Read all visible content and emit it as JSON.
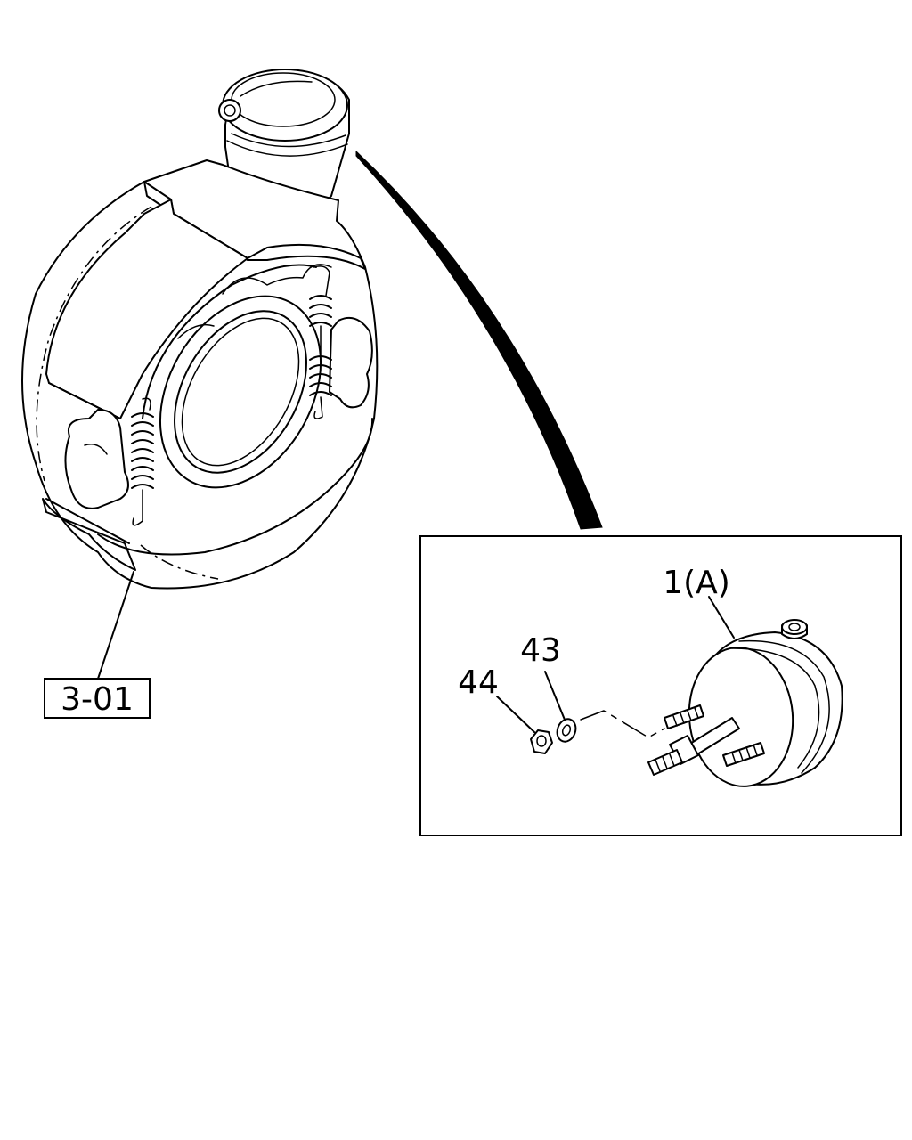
{
  "callouts": {
    "part_1": "1(A)",
    "part_43": "43",
    "part_44": "44"
  },
  "reference": {
    "label": "3-01"
  }
}
